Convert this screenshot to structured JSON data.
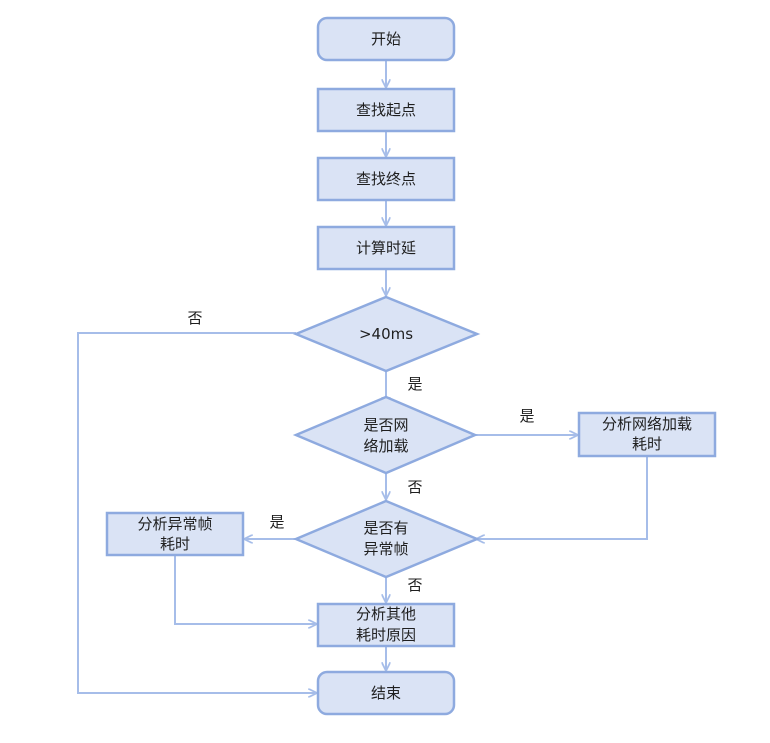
{
  "colors": {
    "node_fill": "#dae3f5",
    "node_stroke": "#8eaadf",
    "edge_stroke": "#a6bde9",
    "text": "#1f1f1f"
  },
  "nodes": {
    "start": "开始",
    "find_start": "查找起点",
    "find_end": "查找终点",
    "calc_delay": "计算时延",
    "decision_40ms": ">40ms",
    "decision_network_l1": "是否网",
    "decision_network_l2": "络加载",
    "network_time_l1": "分析网络加载",
    "network_time_l2": "耗时",
    "decision_frame_l1": "是否有",
    "decision_frame_l2": "异常帧",
    "frame_time_l1": "分析异常帧",
    "frame_time_l2": "耗时",
    "other_l1": "分析其他",
    "other_l2": "耗时原因",
    "end": "结束"
  },
  "edge_labels": {
    "no_40ms": "否",
    "yes_40ms": "是",
    "yes_network": "是",
    "no_network": "否",
    "yes_frame": "是",
    "no_frame": "否"
  }
}
